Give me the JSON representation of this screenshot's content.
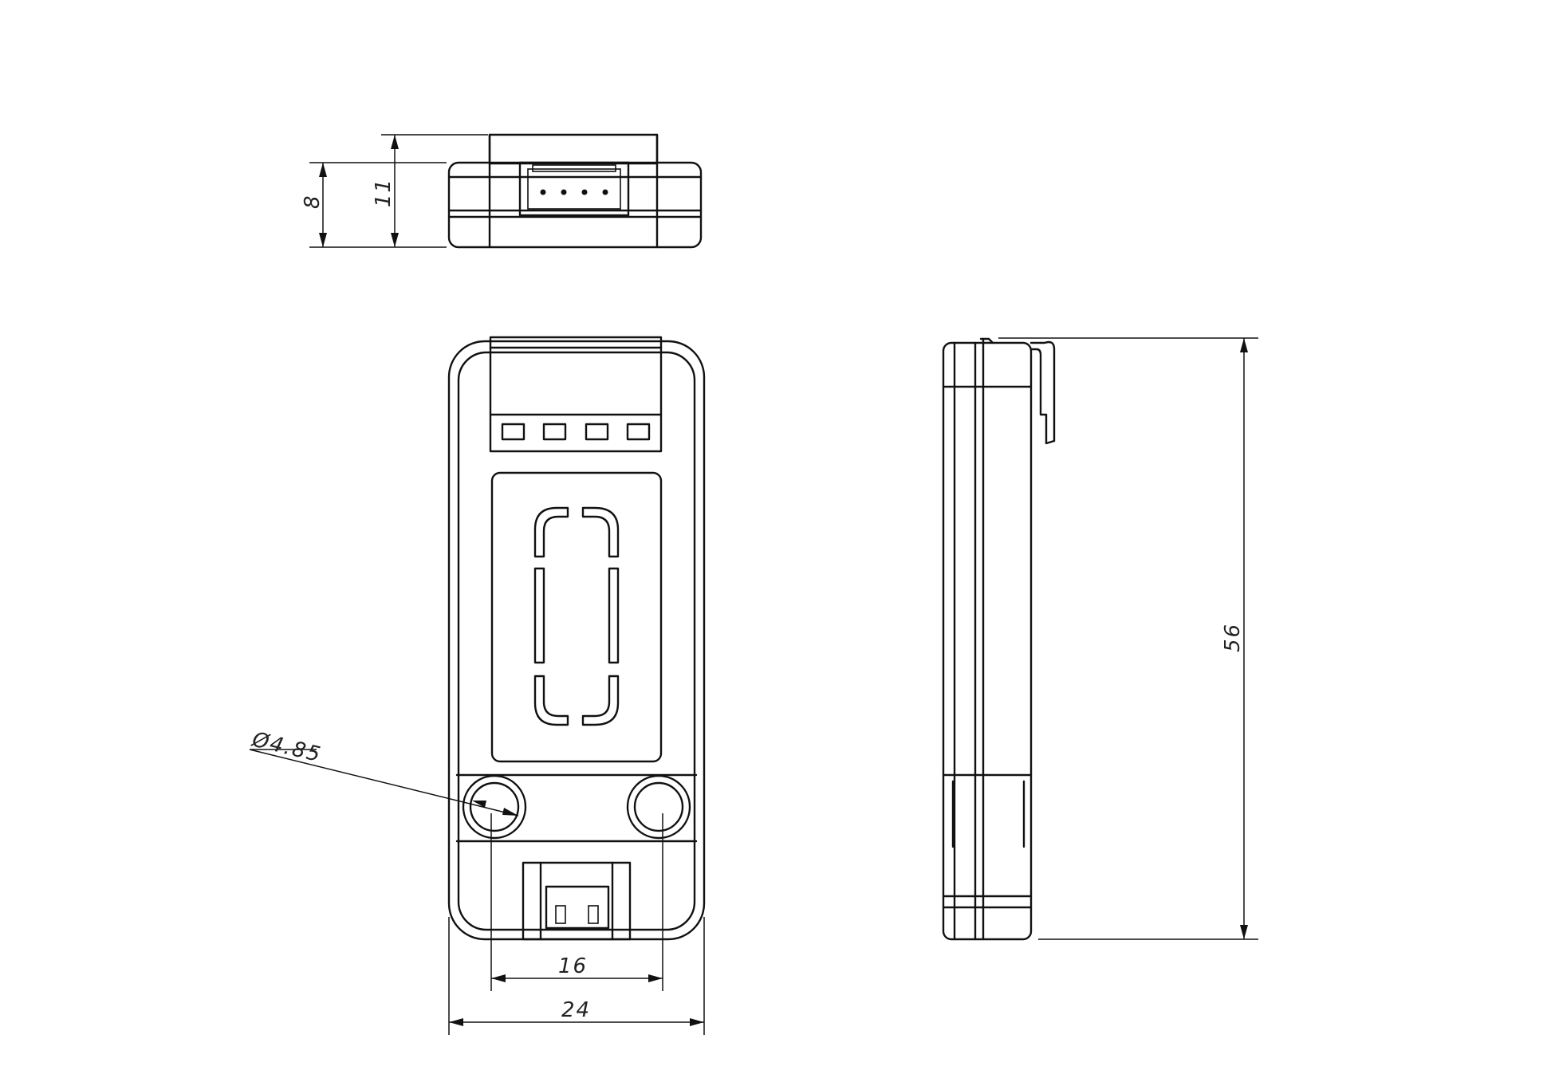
{
  "dimensions": {
    "top_view_height_body": "8",
    "top_view_height_total": "11",
    "hole_diameter": "Ø4.85",
    "hole_spacing": "16",
    "body_width": "24",
    "body_length": "56"
  },
  "colors": {
    "line": "#111111",
    "background": "#ffffff"
  }
}
